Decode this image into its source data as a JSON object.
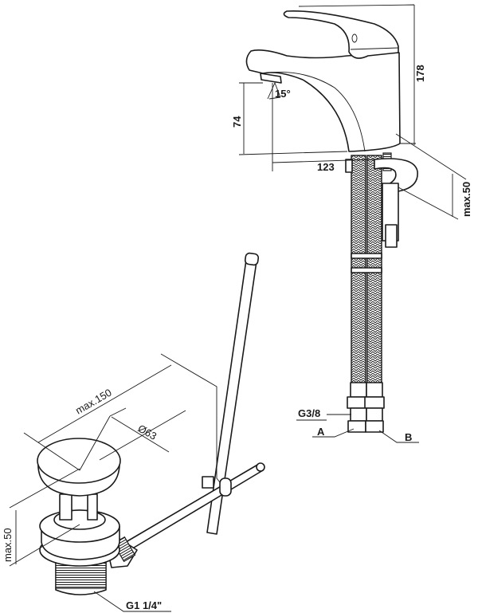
{
  "faucet": {
    "height_label": "178",
    "spout_height_label": "74",
    "angle_label": "15°",
    "reach_label": "123",
    "deck_thickness_label": "max.50",
    "connection_label": "G3/8",
    "hose_a_label": "A",
    "hose_b_label": "B"
  },
  "drain": {
    "length_label": "max.150",
    "diameter_label": "Ø63",
    "thickness_label": "max.50",
    "thread_label": "G1 1/4\""
  }
}
